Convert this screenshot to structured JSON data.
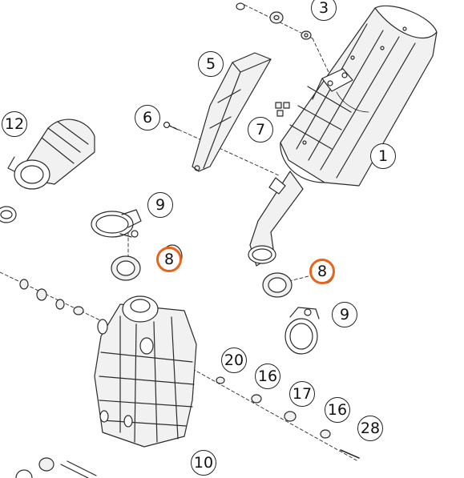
{
  "callouts": [
    {
      "id": "c3",
      "label": "3",
      "highlight": false
    },
    {
      "id": "c5",
      "label": "5",
      "highlight": false
    },
    {
      "id": "c12",
      "label": "12",
      "highlight": false
    },
    {
      "id": "c6",
      "label": "6",
      "highlight": false
    },
    {
      "id": "c7",
      "label": "7",
      "highlight": false
    },
    {
      "id": "c1",
      "label": "1",
      "highlight": false
    },
    {
      "id": "c9a",
      "label": "9",
      "highlight": false
    },
    {
      "id": "c8a",
      "label": "8",
      "highlight": true
    },
    {
      "id": "c8b",
      "label": "8",
      "highlight": true
    },
    {
      "id": "c9b",
      "label": "9",
      "highlight": false
    },
    {
      "id": "c20",
      "label": "20",
      "highlight": false
    },
    {
      "id": "c16a",
      "label": "16",
      "highlight": false
    },
    {
      "id": "c17",
      "label": "17",
      "highlight": false
    },
    {
      "id": "c16b",
      "label": "16",
      "highlight": false
    },
    {
      "id": "c28",
      "label": "28",
      "highlight": false
    },
    {
      "id": "c10",
      "label": "10",
      "highlight": false
    }
  ],
  "colors": {
    "line": "#2b2b2b",
    "fill": "#f1f1f1",
    "highlight": "#e8641b"
  }
}
